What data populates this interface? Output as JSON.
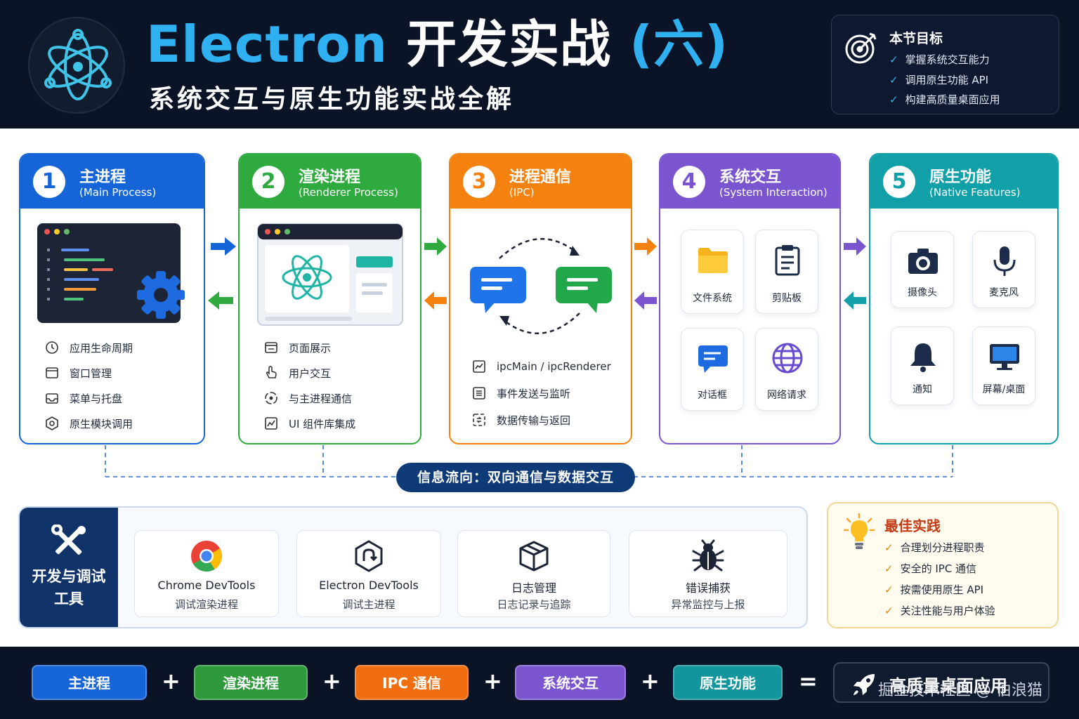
{
  "header": {
    "title_main": "Electron",
    "title_rest": " 开发实战",
    "title_suffix": " (六)",
    "subtitle": "系统交互与原生功能实战全解",
    "goals": {
      "title": "本节目标",
      "items": [
        "掌握系统交互能力",
        "调用原生功能 API",
        "构建高质量桌面应用"
      ]
    }
  },
  "stages": [
    {
      "number": "1",
      "title": "主进程",
      "subtitle": "(Main Process)",
      "color": "#1665d8",
      "features": [
        "应用生命周期",
        "窗口管理",
        "菜单与托盘",
        "原生模块调用"
      ]
    },
    {
      "number": "2",
      "title": "渲染进程",
      "subtitle": "(Renderer Process)",
      "color": "#2faa3e",
      "features": [
        "页面展示",
        "用户交互",
        "与主进程通信",
        "UI 组件库集成"
      ]
    },
    {
      "number": "3",
      "title": "进程通信",
      "subtitle": "(IPC)",
      "color": "#f5820f",
      "features": [
        "ipcMain / ipcRenderer",
        "事件发送与监听",
        "数据传输与返回"
      ]
    },
    {
      "number": "4",
      "title": "系统交互",
      "subtitle": "(System Interaction)",
      "color": "#7a55cf",
      "tiles": [
        "文件系统",
        "剪贴板",
        "对话框",
        "网络请求"
      ]
    },
    {
      "number": "5",
      "title": "原生功能",
      "subtitle": "(Native Features)",
      "color": "#12a0a8",
      "tiles": [
        "摄像头",
        "麦克风",
        "通知",
        "屏幕/桌面"
      ]
    }
  ],
  "flow_banner": "信息流向：双向通信与数据交互",
  "tools": {
    "label_line1": "开发与调试",
    "label_line2": "工具",
    "items": [
      {
        "name": "Chrome DevTools",
        "desc": "调试渲染进程"
      },
      {
        "name": "Electron DevTools",
        "desc": "调试主进程"
      },
      {
        "name": "日志管理",
        "desc": "日志记录与追踪"
      },
      {
        "name": "错误捕获",
        "desc": "异常监控与上报"
      }
    ]
  },
  "best_practice": {
    "title": "最佳实践",
    "items": [
      "合理划分进程职责",
      "安全的 IPC 通信",
      "按需使用原生 API",
      "关注性能与用户体验"
    ]
  },
  "footer": {
    "pills": [
      {
        "label": "主进程",
        "color": "#1665d8"
      },
      {
        "label": "渲染进程",
        "color": "#2f9a3c"
      },
      {
        "label": "IPC 通信",
        "color": "#f06d10"
      },
      {
        "label": "系统交互",
        "color": "#7a55cf"
      },
      {
        "label": "原生功能",
        "color": "#12959c"
      }
    ],
    "plus": "+",
    "equals": "=",
    "result": "高质量桌面应用",
    "watermark": "掘金技术社区 @ 伯浪猫"
  }
}
